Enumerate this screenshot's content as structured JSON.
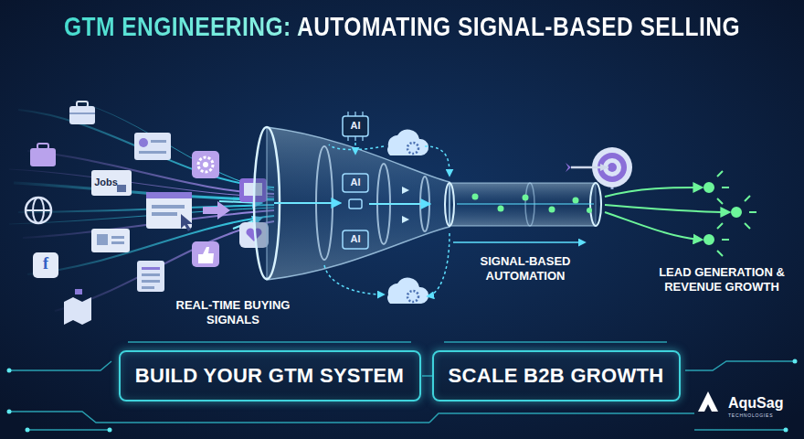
{
  "diagram": {
    "title": "GTM ENGINEERING: AUTOMATING SIGNAL-BASED SELLING",
    "nodes": [
      {
        "text": [
          "BUILD YOUR GTM SYSTEM"
        ]
      },
      {
        "text": [
          "SCALE B2B GROWTH"
        ]
      }
    ],
    "labels": [
      "Jobs",
      "f",
      "AI",
      "AI",
      "AI",
      "REAL-TIME BUYING SIGNALS",
      "SIGNAL-BASED AUTOMATION",
      "LEAD GENERATION & REVENUE GROWTH",
      "AquSag",
      "TECHNOLOGIES"
    ]
  }
}
